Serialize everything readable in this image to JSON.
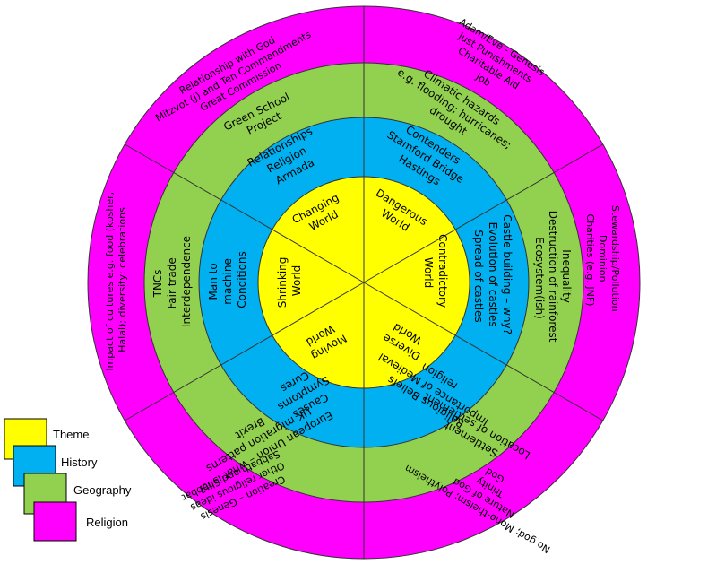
{
  "colors": {
    "theme": "#ffff00",
    "history": "#00b0f0",
    "geography": "#92d050",
    "religion": "#ff00ff",
    "border": "#333333"
  },
  "rings": {
    "religion": [
      [
        "Relationship with God",
        "Mitzvot (J) and Ten Commandments",
        "Great Commission"
      ],
      [
        "Adam/Eve - Genesis",
        "Just Punishments",
        "Charitable Aid",
        "Job"
      ],
      [
        "Stewardship/Pollution",
        "Dominion",
        "Charities (e.g. JNF)"
      ],
      [
        "No god; Mono-theism; Polytheism",
        "Nature of God",
        "Trinity",
        "God"
      ],
      [
        "Creation – Genesis",
        "Other religious ideas",
        "Sabbath and Shabbat"
      ],
      [
        "Impact of cultures e.g. food (kosher,",
        "Halal); diversity; celebrations"
      ]
    ],
    "geography": [
      [
        "Green School",
        "Project"
      ],
      [
        "Climatic hazards",
        "e.g. flooding; hurricanes;",
        "drought"
      ],
      [
        "Inequality",
        "Destruction of rainforest",
        "Ecosystem(ish)"
      ],
      [
        "Settlement",
        "Location of settlement"
      ],
      [
        "European Union – what is it?",
        "UK migration patterns",
        "Brexit"
      ],
      [
        "TNCs",
        "Fair trade",
        "Interdependence"
      ]
    ],
    "history": [
      [
        "Relationships",
        "Religion",
        "Armada"
      ],
      [
        "Contenders",
        "Stamford Bridge",
        "Hastings"
      ],
      [
        "Castle building – why?",
        "Evolution of castles",
        "Spread of castles"
      ],
      [
        "Religious Beliefs",
        "Importance of  Medieval",
        "religion"
      ],
      [
        "Causes",
        "Symptoms",
        "Cures"
      ],
      [
        "Man to",
        "machine",
        "Conditions"
      ]
    ],
    "theme": [
      [
        "Changing",
        "World"
      ],
      [
        "Dangerous",
        "World"
      ],
      [
        "Contradictory",
        "World"
      ],
      [
        "Diverse",
        "World"
      ],
      [
        "Moving",
        "World"
      ],
      [
        "Shrinking",
        "World"
      ]
    ]
  },
  "legend": [
    {
      "label": "Theme",
      "color": "#ffff00"
    },
    {
      "label": "History",
      "color": "#00b0f0"
    },
    {
      "label": "Geography",
      "color": "#92d050"
    },
    {
      "label": "Religion",
      "color": "#ff00ff"
    }
  ]
}
